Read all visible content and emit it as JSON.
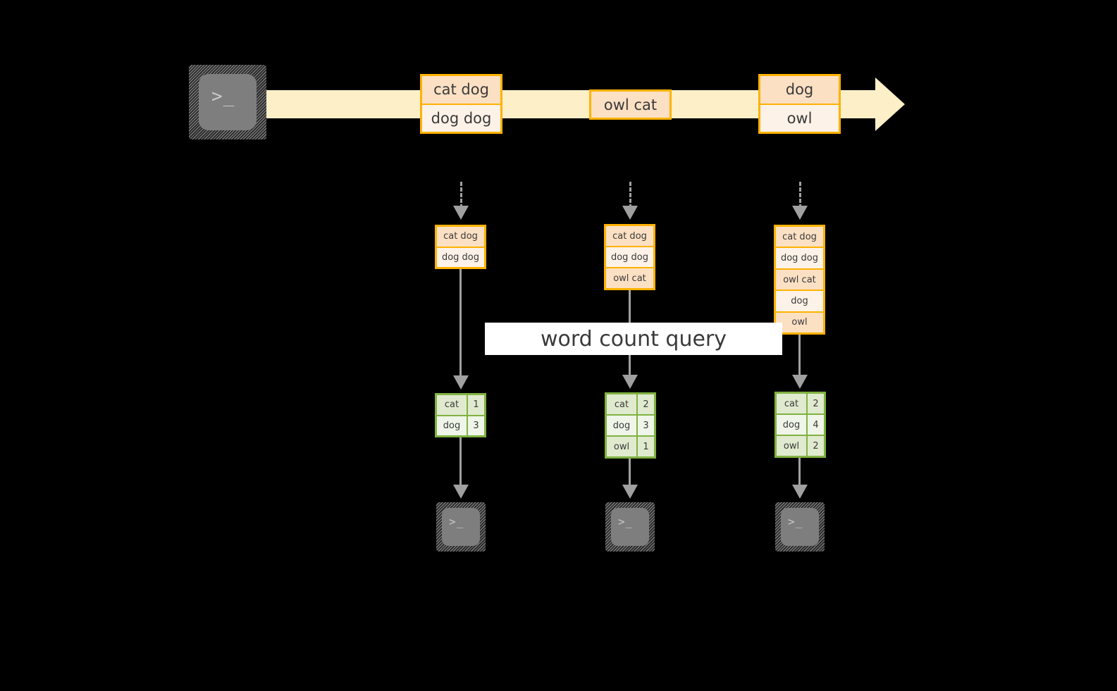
{
  "diagram": {
    "title_label": "word count query",
    "colors": {
      "stream_band": "#fdefc8",
      "record_border": "#ffb300",
      "record_fill_dark": "#fce0c4",
      "record_fill_light": "#fdf2e7",
      "result_border": "#7fb241",
      "result_fill_dark": "#e0eacf",
      "result_fill_light": "#f0f5e9",
      "arrow": "#a0a0a0",
      "terminal_face": "#7e7e7e",
      "label_bg": "#ffffff",
      "background": "#000000"
    },
    "source": {
      "icon": "terminal-icon",
      "glyph": ">_"
    },
    "stream": {
      "icon": "stream-arrow-icon",
      "events": [
        {
          "name": "stream-event-1",
          "lines": [
            {
              "text": "cat dog",
              "shade": "dark"
            },
            {
              "text": "dog dog",
              "shade": "light"
            }
          ]
        },
        {
          "name": "stream-event-2",
          "lines": [
            {
              "text": "owl cat",
              "shade": "dark"
            }
          ]
        },
        {
          "name": "stream-event-3",
          "lines": [
            {
              "text": "dog",
              "shade": "dark"
            },
            {
              "text": "owl",
              "shade": "light"
            }
          ]
        }
      ]
    },
    "snapshots": [
      {
        "name": "snapshot-1",
        "lines": [
          {
            "text": "cat dog",
            "shade": "dark"
          },
          {
            "text": "dog dog",
            "shade": "light"
          }
        ],
        "result": {
          "rows": [
            {
              "key": "cat",
              "value": "1",
              "shade": "dark"
            },
            {
              "key": "dog",
              "value": "3",
              "shade": "light"
            }
          ]
        },
        "sink": {
          "icon": "terminal-icon",
          "glyph": ">_"
        }
      },
      {
        "name": "snapshot-2",
        "lines": [
          {
            "text": "cat dog",
            "shade": "dark"
          },
          {
            "text": "dog dog",
            "shade": "light"
          },
          {
            "text": "owl cat",
            "shade": "dark"
          }
        ],
        "result": {
          "rows": [
            {
              "key": "cat",
              "value": "2",
              "shade": "dark"
            },
            {
              "key": "dog",
              "value": "3",
              "shade": "light"
            },
            {
              "key": "owl",
              "value": "1",
              "shade": "dark"
            }
          ]
        },
        "sink": {
          "icon": "terminal-icon",
          "glyph": ">_"
        }
      },
      {
        "name": "snapshot-3",
        "lines": [
          {
            "text": "cat dog",
            "shade": "dark"
          },
          {
            "text": "dog dog",
            "shade": "light"
          },
          {
            "text": "owl cat",
            "shade": "dark"
          },
          {
            "text": "dog",
            "shade": "light"
          },
          {
            "text": "owl",
            "shade": "dark"
          }
        ],
        "result": {
          "rows": [
            {
              "key": "cat",
              "value": "2",
              "shade": "dark"
            },
            {
              "key": "dog",
              "value": "4",
              "shade": "light"
            },
            {
              "key": "owl",
              "value": "2",
              "shade": "dark"
            }
          ]
        },
        "sink": {
          "icon": "terminal-icon",
          "glyph": ">_"
        }
      }
    ]
  }
}
